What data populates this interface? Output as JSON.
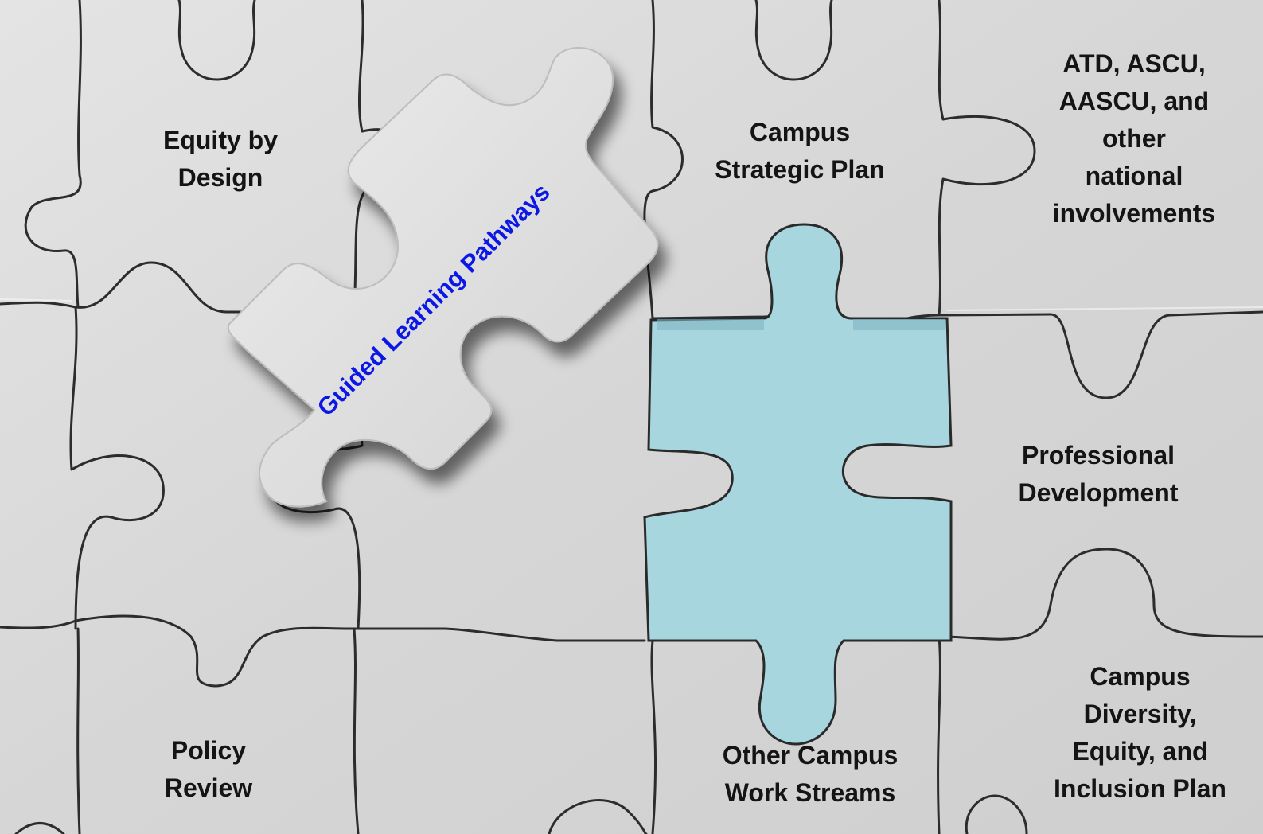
{
  "scene": {
    "hole_color": "#a8d6df",
    "piece_color": "#dcdcdc",
    "groove_color": "#2a2a2a"
  },
  "labels": {
    "equity": [
      "Equity by",
      "Design"
    ],
    "guided": "Guided Learning Pathways",
    "strategic": [
      "Campus",
      "Strategic Plan"
    ],
    "national": [
      "ATD, ASCU,",
      "AASCU, and",
      "other",
      "national",
      "involvements"
    ],
    "professional": [
      "Professional",
      "Development"
    ],
    "policy": [
      "Policy",
      "Review"
    ],
    "other_streams": [
      "Other Campus",
      "Work Streams"
    ],
    "diversity": [
      "Campus",
      "Diversity,",
      "Equity, and",
      "Inclusion Plan"
    ]
  }
}
